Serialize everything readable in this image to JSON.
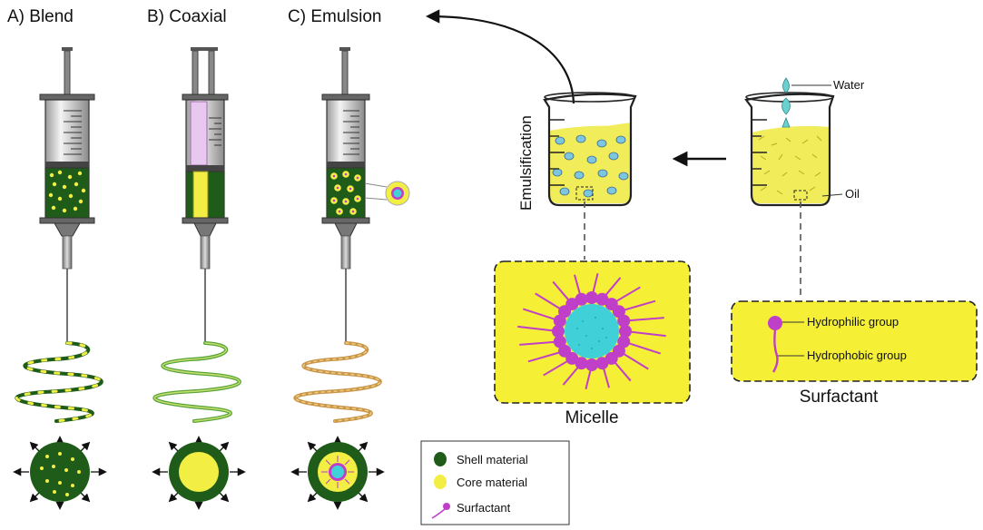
{
  "panels": {
    "blend": "A) Blend",
    "coaxial": "B) Coaxial",
    "emulsion": "C) Emulsion"
  },
  "process": {
    "emulsification": "Emulsification",
    "water": "Water",
    "oil": "Oil"
  },
  "insets": {
    "micelle": "Micelle",
    "surfactant": "Surfactant",
    "hydrophilic": "Hydrophilic group",
    "hydrophobic": "Hydrophobic group"
  },
  "legend": {
    "shell": "Shell material",
    "core": "Core material",
    "surfactant": "Surfactant"
  },
  "colors": {
    "shell": "#1f5c1a",
    "core": "#f2ee44",
    "surfactant": "#c03fc8",
    "micelle_core": "#40d0d8",
    "liquid": "#f0ec5a",
    "inset_fill": "#f5f035"
  }
}
